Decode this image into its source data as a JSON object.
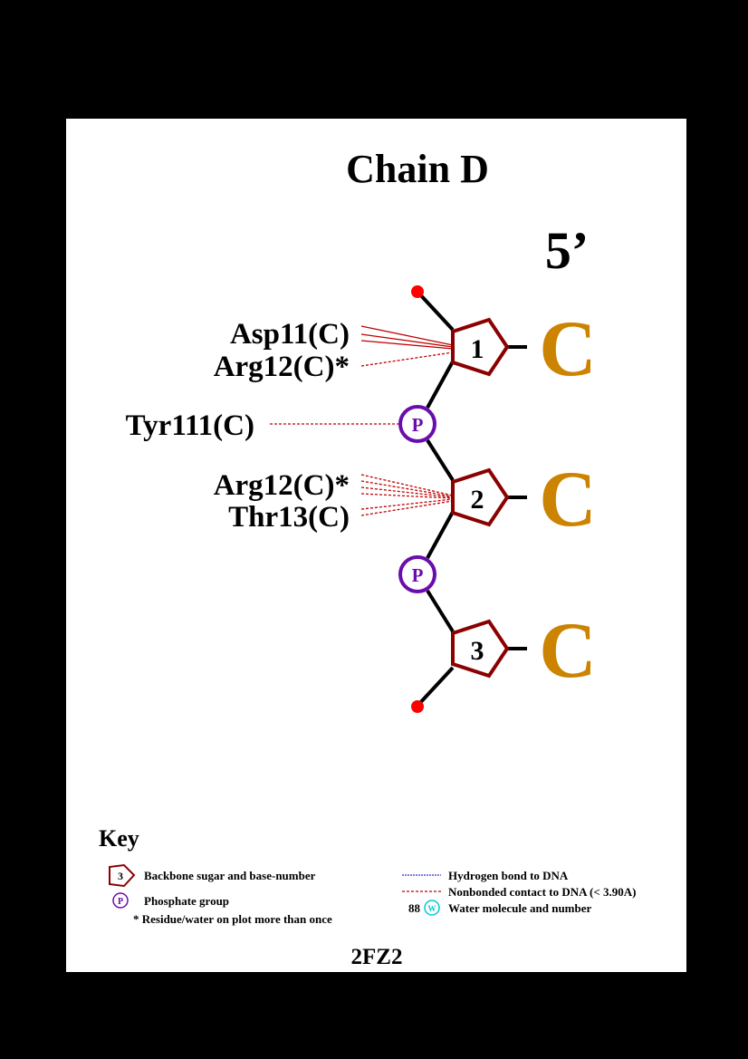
{
  "title": "Chain D",
  "strand_end": "5’",
  "pdb_id": "2FZ2",
  "colors": {
    "background": "#000000",
    "panel": "#ffffff",
    "sugar": "#8b0000",
    "phosphate": "#6a0dad",
    "base": "#cc8400",
    "terminal": "#ff0000",
    "contact": "#c00000",
    "hbond": "#3333cc",
    "water": "#00c8d8"
  },
  "nucleotides": [
    {
      "number": "1",
      "base": "C"
    },
    {
      "number": "2",
      "base": "C"
    },
    {
      "number": "3",
      "base": "C"
    }
  ],
  "phosphates": [
    {
      "label": "P"
    },
    {
      "label": "P"
    }
  ],
  "residues": [
    {
      "label": "Asp11(C)",
      "target": "sugar-1",
      "contacts": 3,
      "style": "solid"
    },
    {
      "label": "Arg12(C)*",
      "target": "sugar-1",
      "contacts": 1,
      "style": "dashed"
    },
    {
      "label": "Tyr111(C)",
      "target": "phosphate-1",
      "contacts": 1,
      "style": "dashed"
    },
    {
      "label": "Arg12(C)*",
      "target": "sugar-2",
      "contacts": 4,
      "style": "dashed"
    },
    {
      "label": "Thr13(C)",
      "target": "sugar-2",
      "contacts": 2,
      "style": "dashed"
    }
  ],
  "key": {
    "title": "Key",
    "sugar_icon_number": "3",
    "sugar_label": "Backbone sugar and base-number",
    "phosphate_icon": "P",
    "phosphate_label": "Phosphate group",
    "repeat_note": "* Residue/water on plot more than once",
    "hbond_label": "Hydrogen bond to DNA",
    "nonbonded_label": "Nonbonded contact to DNA (< 3.90A)",
    "water_number": "88",
    "water_icon": "W",
    "water_label": "Water molecule and number"
  }
}
